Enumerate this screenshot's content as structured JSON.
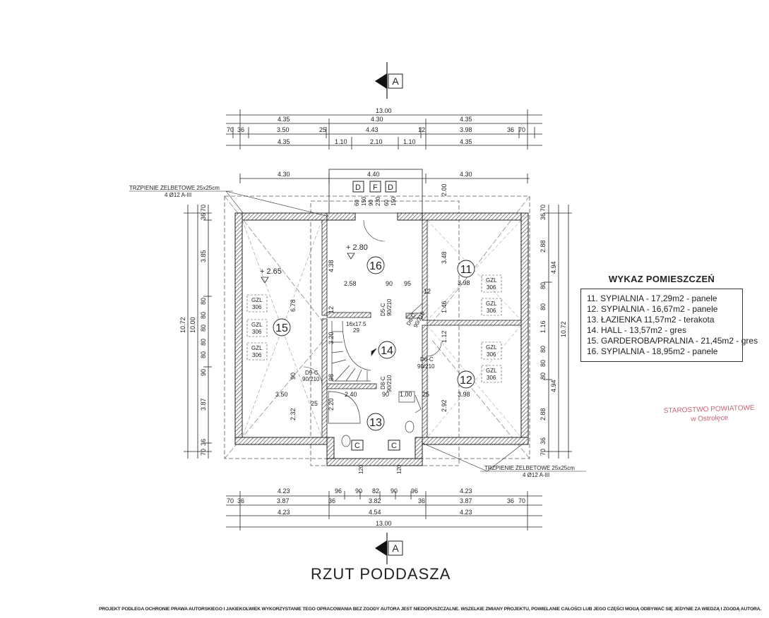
{
  "section_marker": "A",
  "top_dims": {
    "overall": "13.00",
    "row1": [
      "4.35",
      "4.30",
      "4.35"
    ],
    "row2": [
      "70",
      "36",
      "3.50",
      "25",
      "4.43",
      "12",
      "3.98",
      "36",
      "70"
    ],
    "row3": [
      "4.35",
      "1.10",
      "2.10",
      "1.10",
      "4.35"
    ],
    "row4": [
      "4.30",
      "4.40",
      "4.30"
    ]
  },
  "bottom_dims": {
    "row1": [
      "4.23",
      "96",
      "90",
      "82",
      "90",
      "96",
      "4.23"
    ],
    "row2": [
      "70",
      "36",
      "3.87",
      "36",
      "3.82",
      "36",
      "3.87",
      "36",
      "70"
    ],
    "row3": [
      "4.23",
      "4.54",
      "4.23"
    ],
    "overall": "13.00"
  },
  "left_dims": {
    "outer": [
      "10.72",
      "10.00"
    ],
    "inner": [
      "70",
      "36",
      "3.85",
      "80",
      "80",
      "80",
      "80",
      "80",
      "90",
      "3.87",
      "36",
      "70"
    ]
  },
  "right_dims": {
    "outer": [
      "10.72"
    ],
    "inner": [
      "70",
      "36",
      "2.88",
      "4.94",
      "80",
      "80",
      "1.16",
      "80",
      "80",
      "80",
      "4.94",
      "2.88",
      "36",
      "70"
    ]
  },
  "annotations": {
    "trzpienie_top": "TRZPIENIE ŻELBETOWE 25x25cm",
    "rebar_top": "4 Ø12 A-III",
    "trzpienie_bottom": "TRZPIENIE ŻELBETOWE 25x25cm",
    "rebar_bottom": "4 Ø12 A-III"
  },
  "chimney_labels": [
    "D",
    "F",
    "D"
  ],
  "chimney_dims": [
    "60",
    "150",
    "90",
    "230",
    "60",
    "150"
  ],
  "rooms": {
    "r11": "11",
    "r12": "12",
    "r13": "13",
    "r14": "14",
    "r15": "15",
    "r16": "16"
  },
  "levels": {
    "l15": "+ 2.65",
    "l16": "+ 2.80"
  },
  "interior_dims": {
    "r15_height": "6.78",
    "r15_width": "3.50",
    "r15_a": "2.32",
    "r16_w": "2.58",
    "r16_h": "4.38",
    "r16_a": "90",
    "r16_b": "95",
    "r11_w": "3.98",
    "r11_h": "3.48",
    "r12_w": "3.98",
    "r12_h": "2.92",
    "h_1_46": "1.46",
    "h_1_12": "1.12",
    "h_2_00": "2.00",
    "stairs": "16x17.5",
    "stairs2": "29",
    "h_3_20": "3.20",
    "h_98": "98",
    "h_2_40": "2.40",
    "h_2_20": "2.20",
    "h_1_00": "1.00",
    "n_12a": "12",
    "n_12b": "12",
    "n_25a": "25",
    "n_25b": "25",
    "n_90a": "90",
    "n_90b": "90",
    "n_120a": "120",
    "n_120b": "120"
  },
  "doors": {
    "d9": "D9-C",
    "d9s": "90/210",
    "d8": "D8-C",
    "d8s": "90/210",
    "d6a": "D6-C",
    "d6as": "90/210",
    "d6b": "D6-C",
    "d6bs": "90/210",
    "d5": "D5-C",
    "d5s": "90/210"
  },
  "gzl": {
    "label": "GZL",
    "value": "306"
  },
  "wc_label": "C",
  "legend": {
    "title": "WYKAZ POMIESZCZEŃ",
    "items": [
      "11. SYPIALNIA - 17,29m2 - panele",
      "12. SYPIALNIA - 16,67m2 - panele",
      "13. ŁAZIENKA 11,57m2 - terakota",
      "14. HALL - 13,57m2 - gres",
      "15. GARDEROBA/PRALNIA - 21,45m2 - gres",
      "16. SYPIALNIA  - 18,95m2 - panele"
    ]
  },
  "stamp": [
    "STAROSTWO POWIATOWE",
    "w Ostrołęce"
  ],
  "title": "RZUT PODDASZA",
  "footer": "PROJEKT PODLEGA OCHRONIE PRAWA AUTORSKIEGO I JAKIEKOLWIEK WYKORZYSTANIE TEGO OPRACOWANIA BEZ ZGODY AUTORA JEST NIEDOPUSZCZALNE. WSZELKIE ZMIANY PROJEKTU, POWIELANIE CAŁOŚCI LUB JEGO CZĘŚCI MOGĄ ODBYWAĆ SIĘ JEDYNIE ZA WIEDZĄ I ZGODĄ AUTORA."
}
